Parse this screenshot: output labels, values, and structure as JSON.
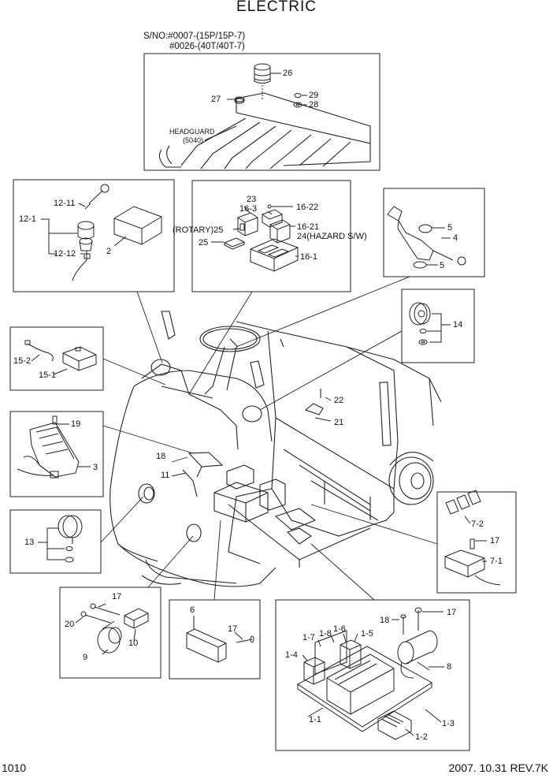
{
  "header": {
    "title": "ELECTRIC",
    "serial_line1": "S/NO:#0007-(15P/15P-7)",
    "serial_line2": "#0026-(40T/40T-7)"
  },
  "footer": {
    "page_number": "1010",
    "date_rev": "2007. 10.31  REV.7K"
  },
  "labels": {
    "l26": "26",
    "l27": "27",
    "l28": "28",
    "l29": "29",
    "headguard": "HEADGUARD",
    "headguard_code": "(5040)",
    "l12_11": "12-11",
    "l12_1": "12-1",
    "l12_12": "12-12",
    "l2": "2",
    "l23": "23",
    "l16_3": "16-3",
    "l16_22": "16-22",
    "rotary25": "(ROTARY)25",
    "l16_21": "16-21",
    "hazard24": "24(HAZARD S/W)",
    "l25": "25",
    "l16_1": "16-1",
    "l5a": "5",
    "l4": "4",
    "l5b": "5",
    "l14": "14",
    "l15_2": "15-2",
    "l15_1": "15-1",
    "l22": "22",
    "l21": "21",
    "l19": "19",
    "l3": "3",
    "l18a": "18",
    "l11": "11",
    "l13": "13",
    "l7_2": "7-2",
    "l17a": "17",
    "l7_1": "7-1",
    "l17b": "17",
    "l20": "20",
    "l10": "10",
    "l9": "9",
    "l6": "6",
    "l17c": "17",
    "l18b": "18",
    "l17d": "17",
    "l1_7": "1-7",
    "l1_8": "1-8",
    "l1_6": "1-6",
    "l1_5": "1-5",
    "l1_4": "1-4",
    "l8": "8",
    "l1_1": "1-1",
    "l1_3": "1-3",
    "l1_2": "1-2"
  }
}
